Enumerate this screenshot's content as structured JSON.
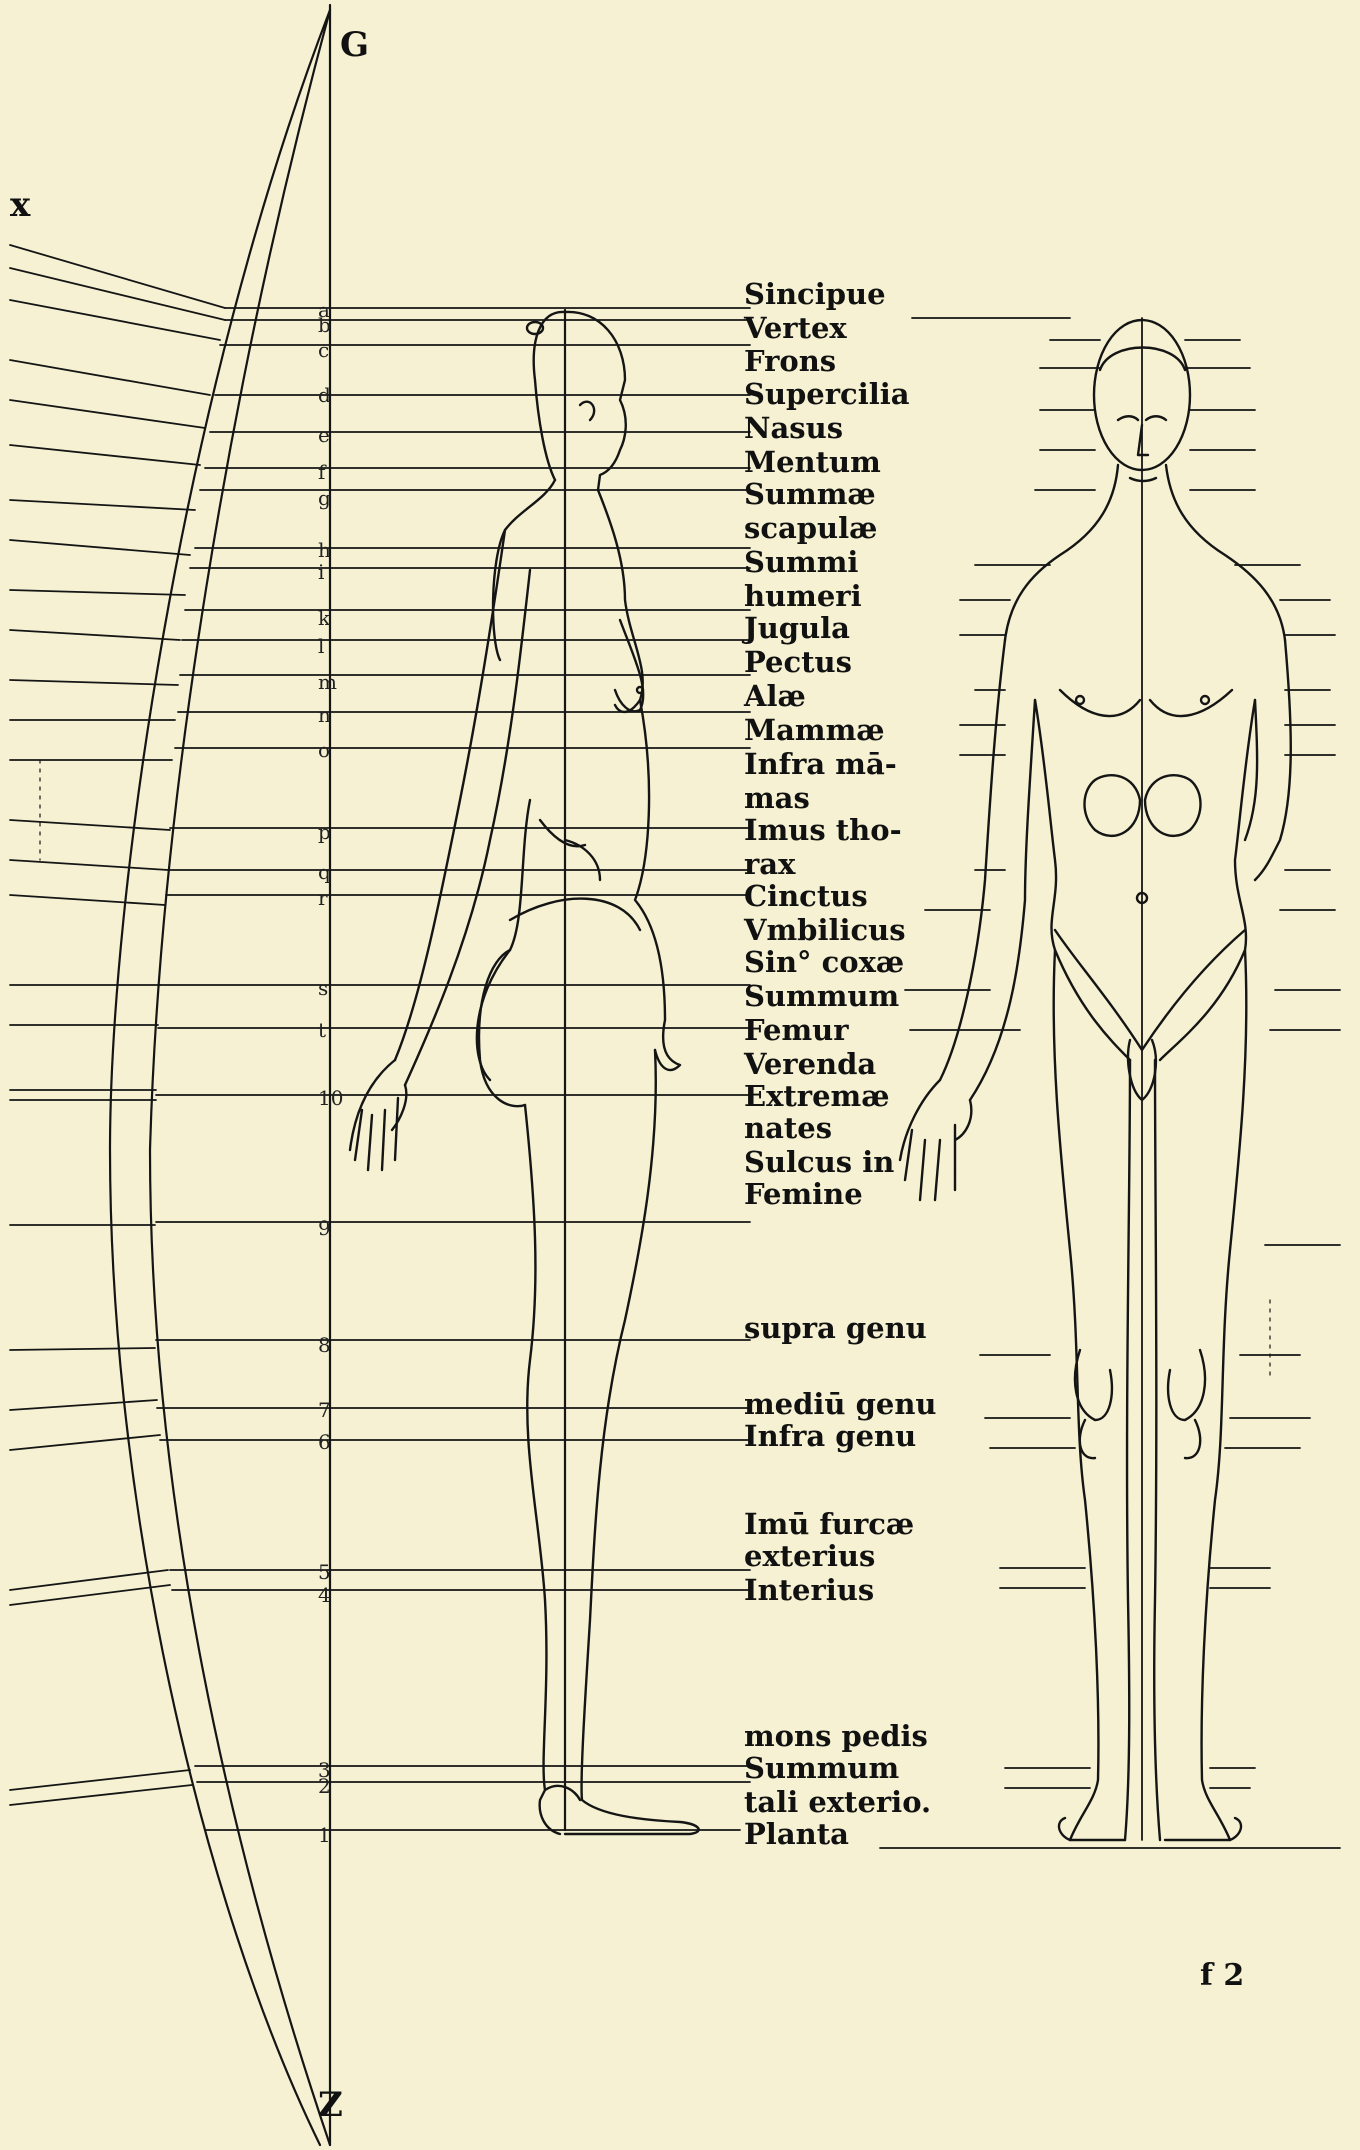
{
  "labels": [
    "Sincipue",
    "Vertex",
    "Frons",
    "Supercilia",
    "Nasus",
    "Mentum",
    "Summæ",
    "scapulæ",
    "Summi",
    "humeri",
    "Jugula",
    "Pectus",
    "Alæ",
    "Mammæ",
    "Infra mā-",
    "mas",
    "Imus tho-",
    "rax",
    "Cinctus",
    "Vmbilicus",
    "Sin° coxæ",
    "Summum",
    "Femur",
    "Verenda",
    "Extremæ",
    "nates",
    "Sulcus in",
    "Femine",
    "supra genu",
    "mediū genu",
    "Infra genu",
    "Imū furcæ",
    "exterius",
    "Interius",
    "mons pedis",
    "Summum",
    "tali exterio.",
    "Planta"
  ],
  "scale_letters": [
    "a",
    "b",
    "c",
    "d",
    "e",
    "f",
    "g",
    "h",
    "i",
    "k",
    "l",
    "m",
    "n",
    "o",
    "p",
    "q",
    "r",
    "s",
    "t",
    "10",
    "9",
    "8",
    "7",
    "6",
    "5",
    "4",
    "3",
    "2",
    "1"
  ],
  "corners": {
    "top_left": "x",
    "top_axis": "G",
    "bottom_axis": "Z"
  },
  "folio": "f 2"
}
